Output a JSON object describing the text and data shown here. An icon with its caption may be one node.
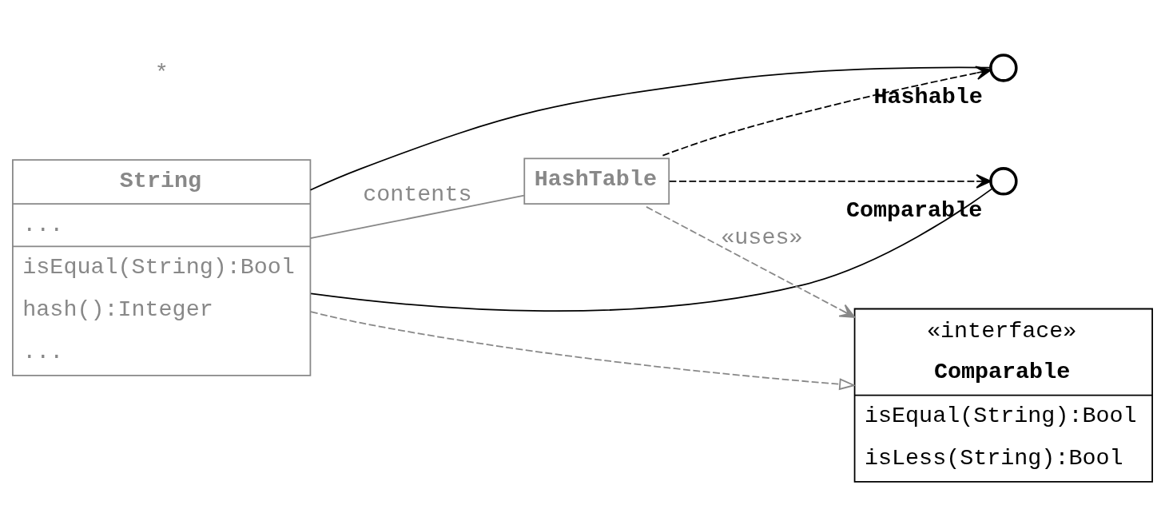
{
  "diagram": {
    "nodes": [
      {
        "text": [
          "String",
          "...",
          "isEqual(String):Bool",
          "hash():Integer",
          "..."
        ]
      },
      {
        "text": [
          "Hashable"
        ]
      },
      {
        "text": [
          "Comparable"
        ]
      },
      {
        "text": [
          "HashTable"
        ]
      },
      {
        "text": [
          "«interface»",
          "Comparable",
          "isEqual(String):Bool",
          "isLess(String):Bool"
        ]
      }
    ],
    "edges": [
      {
        "from": 0,
        "to": 1,
        "arrow": "none"
      },
      {
        "from": 3,
        "to": 1,
        "arrow": "to",
        "style": "dashed"
      },
      {
        "from": 0,
        "to": 3,
        "arrow": "none",
        "label": "contents",
        "color": "#888888"
      },
      {
        "from": 0,
        "to": 2,
        "arrow": "none"
      },
      {
        "from": 3,
        "to": 2,
        "arrow": "to",
        "style": "dashed"
      },
      {
        "from": 0,
        "to": 4,
        "arrow": "to",
        "style": "dashed",
        "color": "#888888"
      },
      {
        "from": 3,
        "to": 4,
        "arrow": "to",
        "style": "dashed",
        "color": "#888888",
        "label": "«uses»"
      }
    ],
    "labels": [
      "*"
    ]
  }
}
